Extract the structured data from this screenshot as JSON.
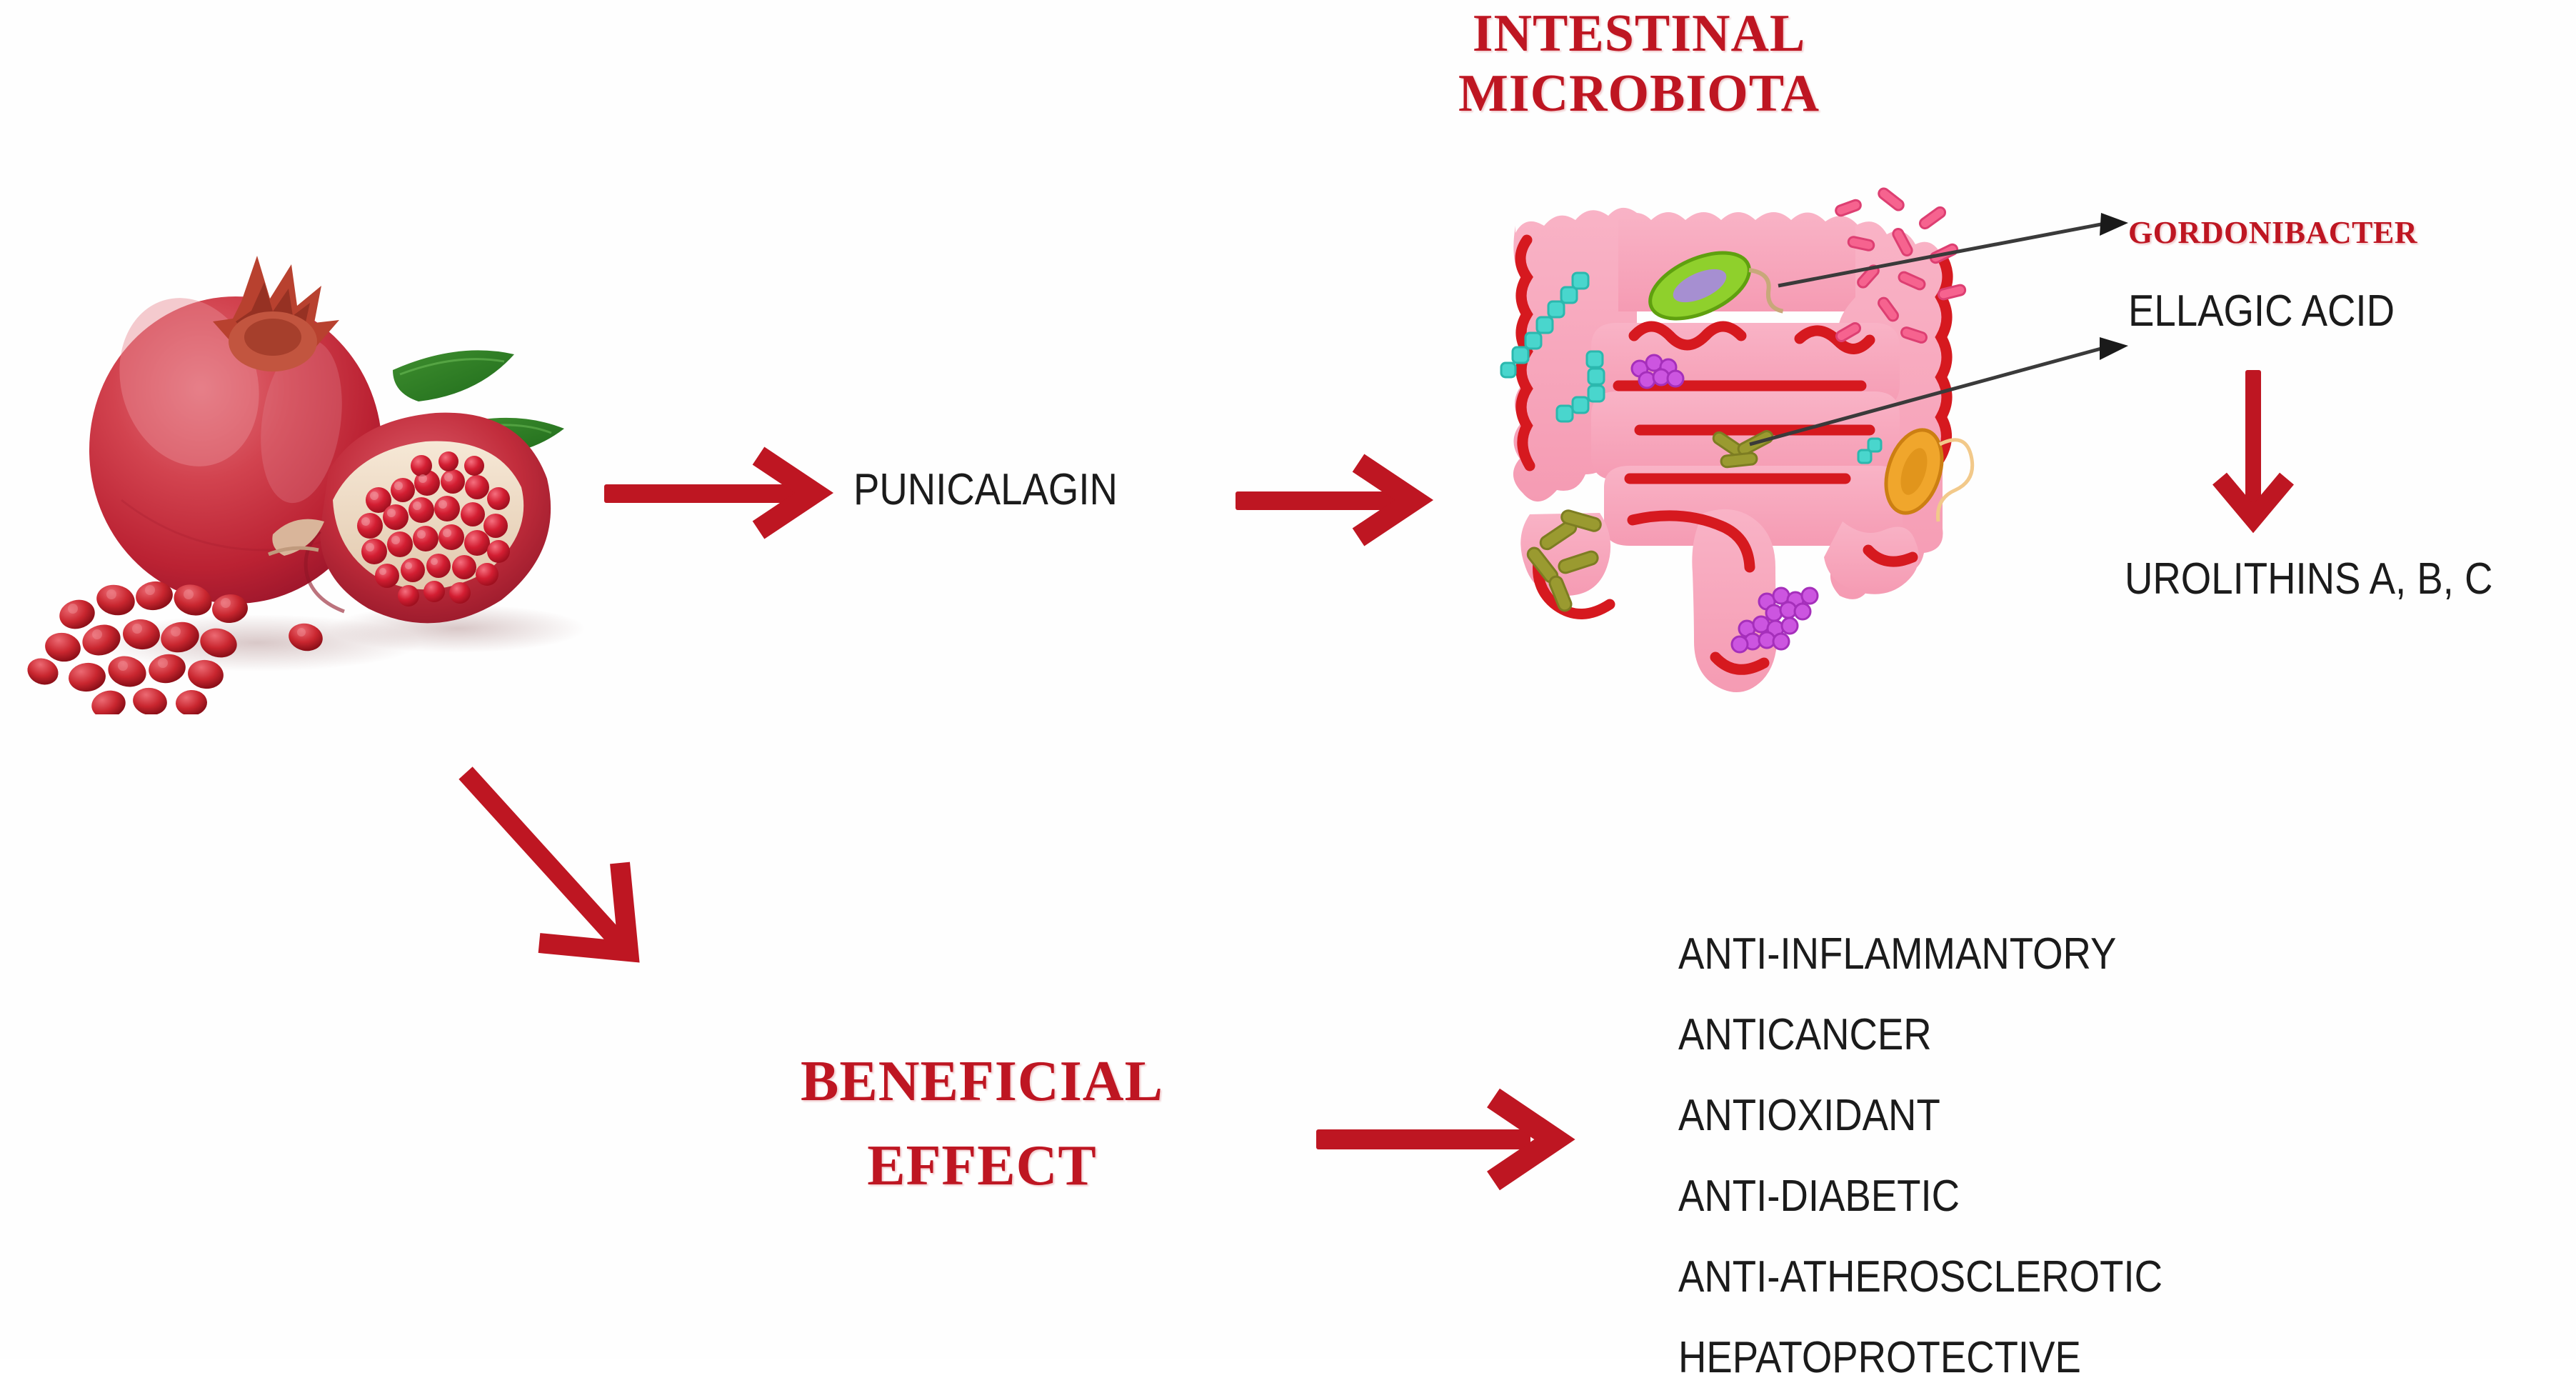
{
  "figure": {
    "type": "flow-diagram",
    "background_color": "#ffffff",
    "accent_red": "#BE1622",
    "text_black": "#1b1b1b"
  },
  "titles": {
    "microbiota_line1": "INTESTINAL",
    "microbiota_line2": "MICROBIOTA",
    "beneficial_line1": "BENEFICIAL",
    "beneficial_line2": "EFFECT"
  },
  "labels": {
    "punicalagin": "PUNICALAGIN",
    "gordonibacter": "GORDONIBACTER",
    "ellagic_acid": "ELLAGIC ACID",
    "urolithins": "UROLITHINS A, B, C"
  },
  "effects": [
    "ANTI-INFLAMMANTORY",
    "ANTICANCER",
    "ANTIOXIDANT",
    "ANTI-DIABETIC",
    "ANTI-ATHEROSCLEROTIC",
    "HEPATOPROTECTIVE"
  ],
  "images": {
    "pomegranate": "pomegranate-photo",
    "intestine": "large-intestine-illustration"
  },
  "arrows": {
    "fruit_to_punicalagin": "red-arrow-right",
    "punicalagin_to_gut": "red-arrow-right",
    "fruit_to_beneficial": "red-arrow-diagonal-down-right",
    "ellagic_to_urolithins": "red-arrow-down",
    "beneficial_to_effects": "red-arrow-right",
    "gut_to_gordonibacter": "thin-pointer-line",
    "gut_to_ellagic": "thin-pointer-line"
  },
  "microbe_colors": {
    "cyan_chain": "#3fd0c9",
    "green_oval": "#8cc63f",
    "pink_rods": "#f25d8e",
    "purple_cluster": "#c34fd6",
    "olive_rods": "#9a9a34",
    "orange_oval": "#f0a830",
    "tissue_pink": "#f7a7bd",
    "tissue_deep_red": "#d6191f"
  }
}
